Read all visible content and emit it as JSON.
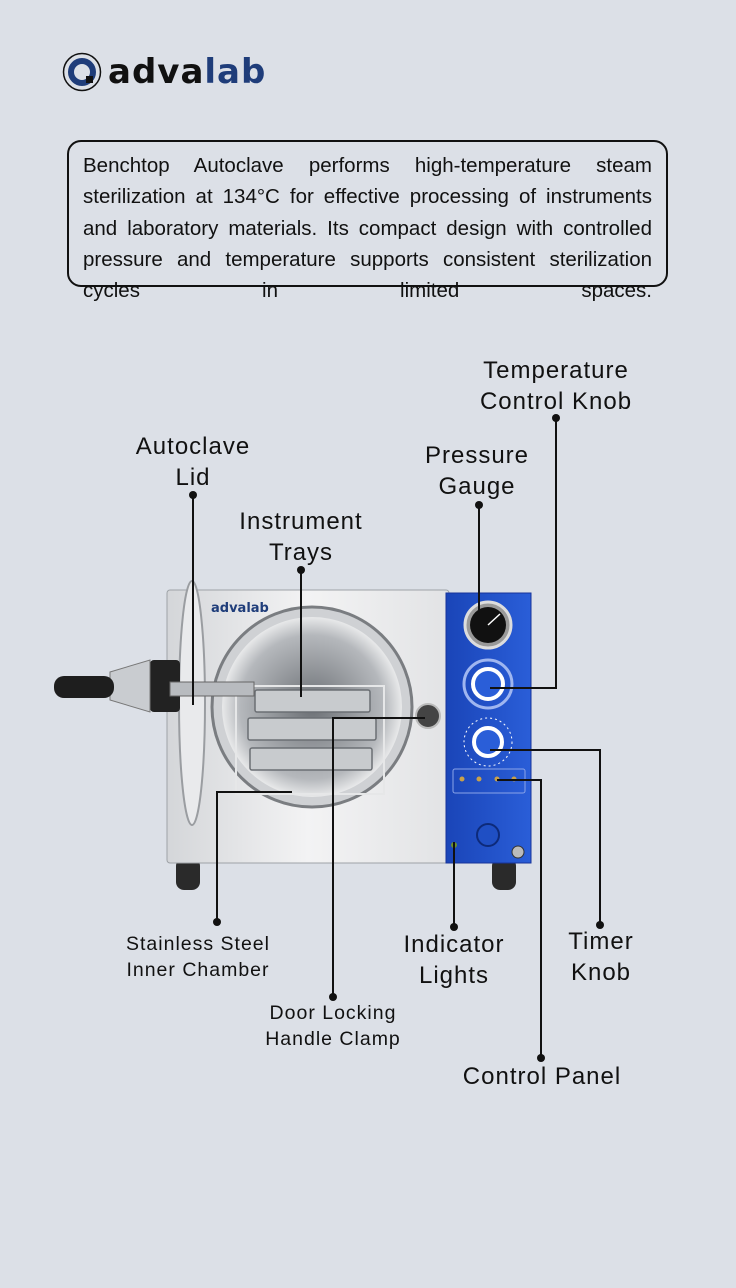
{
  "brand": {
    "logo_dark": "adva",
    "logo_accent": "lab",
    "accent_color": "#1f3d7a"
  },
  "description": "Benchtop Autoclave performs high-temperature steam sterilization at 134°C for effective processing of instruments and laboratory materials. Its compact design with controlled pressure and temperature supports consistent sterilization cycles in limited spaces.",
  "labels": {
    "temperature_knob": [
      "Temperature",
      "Control Knob"
    ],
    "autoclave_lid": [
      "Autoclave",
      "Lid"
    ],
    "pressure_gauge": [
      "Pressure",
      "Gauge"
    ],
    "instrument_trays": [
      "Instrument",
      "Trays"
    ],
    "inner_chamber": [
      "Stainless Steel",
      "Inner Chamber"
    ],
    "door_clamp": [
      "Door Locking",
      "Handle Clamp"
    ],
    "indicator_lights": [
      "Indicator",
      "Lights"
    ],
    "timer_knob": [
      "Timer",
      "Knob"
    ],
    "control_panel": "Control Panel"
  },
  "device": {
    "body_logo": "advalab",
    "panel_color": "#1f4fc4"
  }
}
